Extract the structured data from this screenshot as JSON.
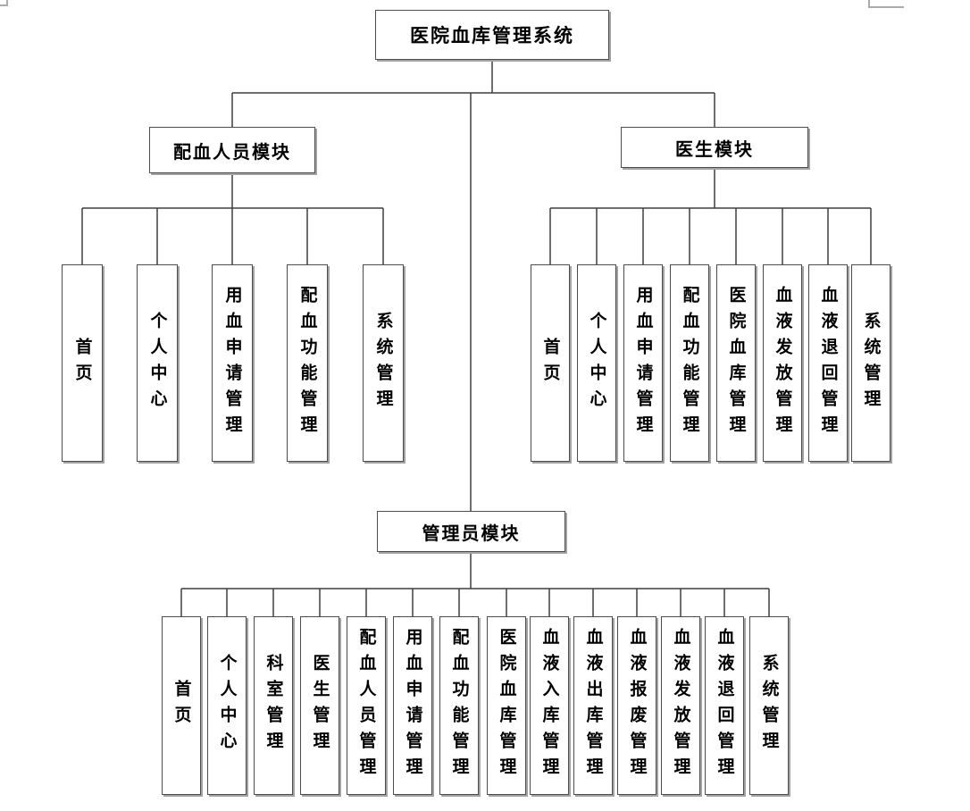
{
  "diagram": {
    "title": "医院血库管理系统",
    "modules": [
      {
        "label": "配血人员模块",
        "children": [
          "首页",
          "个人中心",
          "用血申请管理",
          "配血功能管理",
          "系统管理"
        ]
      },
      {
        "label": "医生模块",
        "children": [
          "首页",
          "个人中心",
          "用血申请管理",
          "配血功能管理",
          "医院血库管理",
          "血液发放管理",
          "血液退回管理",
          "系统管理"
        ]
      },
      {
        "label": "管理员模块",
        "children": [
          "首页",
          "个人中心",
          "科室管理",
          "医生管理",
          "配血人员管理",
          "用血申请管理",
          "配血功能管理",
          "医院血库管理",
          "血液入库管理",
          "血液出库管理",
          "血液报废管理",
          "血液发放管理",
          "血液退回管理",
          "系统管理"
        ]
      }
    ],
    "colors": {
      "line": "#3f3f3f",
      "box_border": "#4c4c4c",
      "box_fill": "#ffffff",
      "text": "#000000",
      "shadow": "#a3a3a3",
      "corner_mark": "#ababab"
    }
  }
}
